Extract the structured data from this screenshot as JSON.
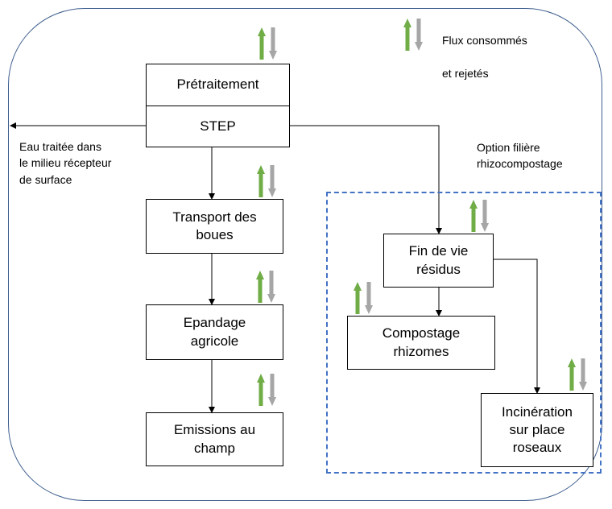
{
  "legend": {
    "line1": "Flux consommés",
    "line2": "et rejetés",
    "icon": "up-down-flux-arrows"
  },
  "boxes": {
    "pretraitement": "Prétraitement",
    "step": "STEP",
    "transport": "Transport des\nboues",
    "epandage": "Epandage\nagricole",
    "emissions": "Emissions au\nchamp",
    "fin_de_vie": "Fin de vie\nrésidus",
    "compostage": "Compostage\nrhizomes",
    "incineration": "Incinération\nsur place\nroseaux"
  },
  "labels": {
    "eau_traitee": "Eau traitée dans\nle milieu récepteur\nde surface",
    "option": "Option filière\nrhizocompostage"
  },
  "colors": {
    "flux_up": "#70ad47",
    "flux_down": "#a6a6a6",
    "frame": "#3f5f8f",
    "dashed_group": "#4472c4"
  }
}
